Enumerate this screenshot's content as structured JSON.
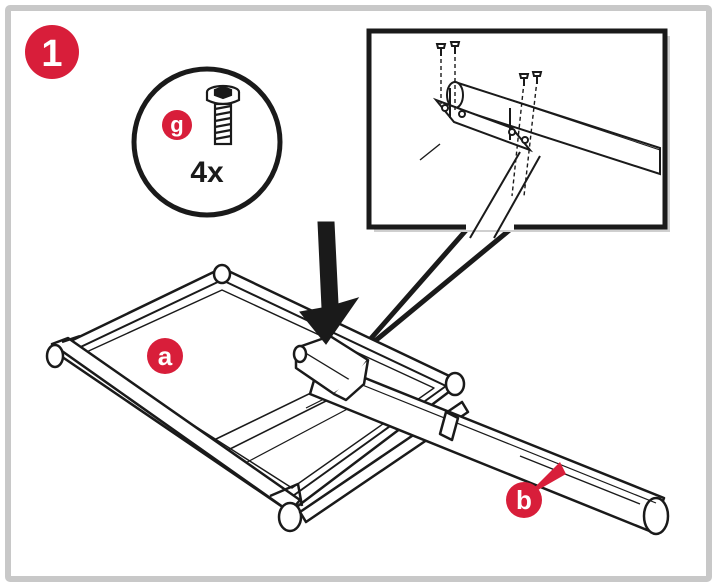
{
  "step": {
    "number": "1",
    "badge_color": "#d81e3a"
  },
  "hardware": {
    "part_letter": "g",
    "quantity": "4x",
    "icon": "bolt-icon"
  },
  "parts": {
    "frame_label": "a",
    "tube_label": "b"
  },
  "colors": {
    "frame_border": "#c8c8c8",
    "line": "#1a1a1a",
    "accent": "#d81e3a"
  }
}
